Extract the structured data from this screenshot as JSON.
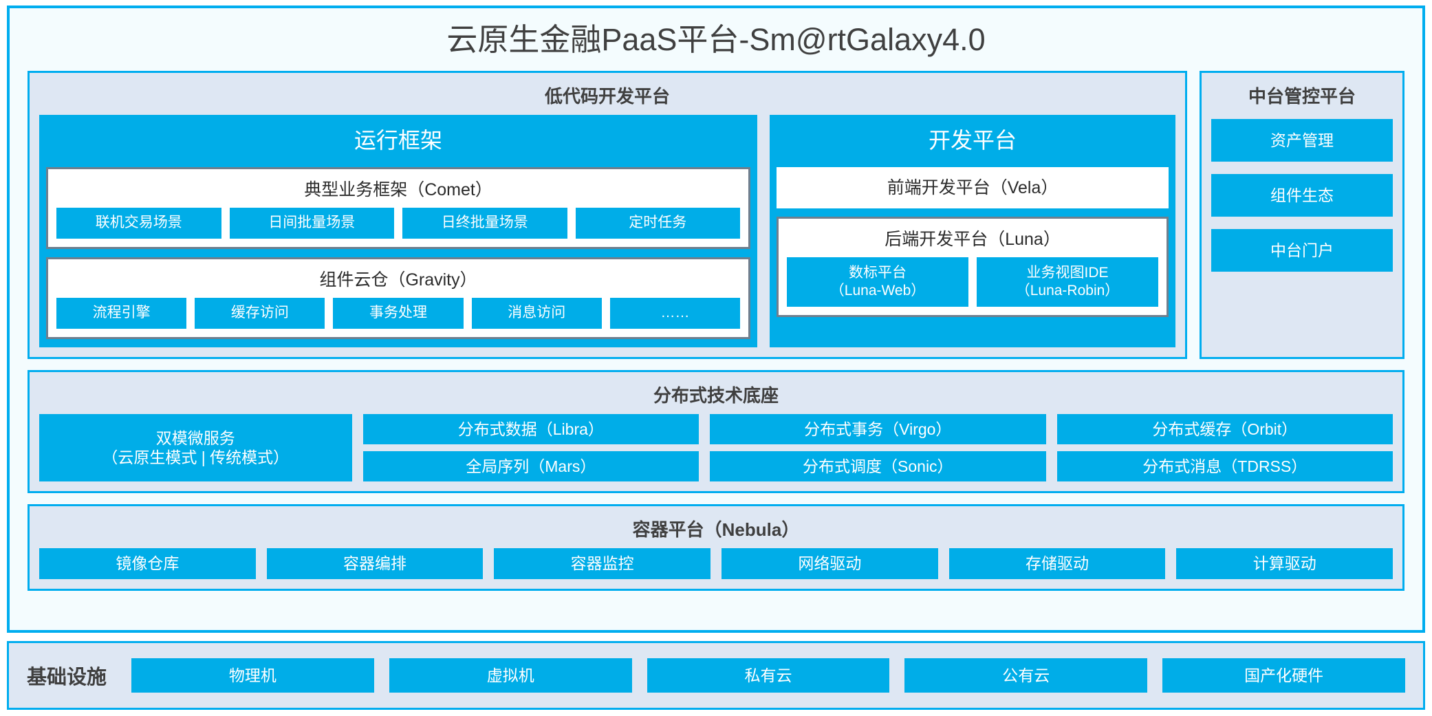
{
  "title": "云原生金融PaaS平台-Sm@rtGalaxy4.0",
  "colors": {
    "accent_blue": "#00ade8",
    "border_cyan": "#00adef",
    "panel_bg": "#dee7f3",
    "frame_bg": "#f4fcfe",
    "box_border_gray": "#6f7f8e",
    "text_dark": "#3f3f3f"
  },
  "lowcode": {
    "title": "低代码开发平台",
    "runtime": {
      "title": "运行框架",
      "comet": {
        "title": "典型业务框架（Comet）",
        "items": [
          "联机交易场景",
          "日间批量场景",
          "日终批量场景",
          "定时任务"
        ]
      },
      "gravity": {
        "title": "组件云仓（Gravity）",
        "items": [
          "流程引擎",
          "缓存访问",
          "事务处理",
          "消息访问",
          "……"
        ]
      }
    },
    "devplatform": {
      "title": "开发平台",
      "frontend": "前端开发平台（Vela）",
      "backend": {
        "title": "后端开发平台（Luna）",
        "items": [
          {
            "line1": "数标平台",
            "line2": "（Luna-Web）"
          },
          {
            "line1": "业务视图IDE",
            "line2": "（Luna-Robin）"
          }
        ]
      }
    }
  },
  "control_platform": {
    "title": "中台管控平台",
    "items": [
      "资产管理",
      "组件生态",
      "中台门户"
    ]
  },
  "distributed_base": {
    "title": "分布式技术底座",
    "microservice": {
      "line1": "双模微服务",
      "line2": "（云原生模式 | 传统模式）"
    },
    "columns": [
      [
        "分布式数据（Libra）",
        "全局序列（Mars）"
      ],
      [
        "分布式事务（Virgo）",
        "分布式调度（Sonic）"
      ],
      [
        "分布式缓存（Orbit）",
        "分布式消息（TDRSS）"
      ]
    ]
  },
  "container_platform": {
    "title": "容器平台（Nebula）",
    "items": [
      "镜像仓库",
      "容器编排",
      "容器监控",
      "网络驱动",
      "存储驱动",
      "计算驱动"
    ]
  },
  "infrastructure": {
    "label": "基础设施",
    "items": [
      "物理机",
      "虚拟机",
      "私有云",
      "公有云",
      "国产化硬件"
    ]
  }
}
